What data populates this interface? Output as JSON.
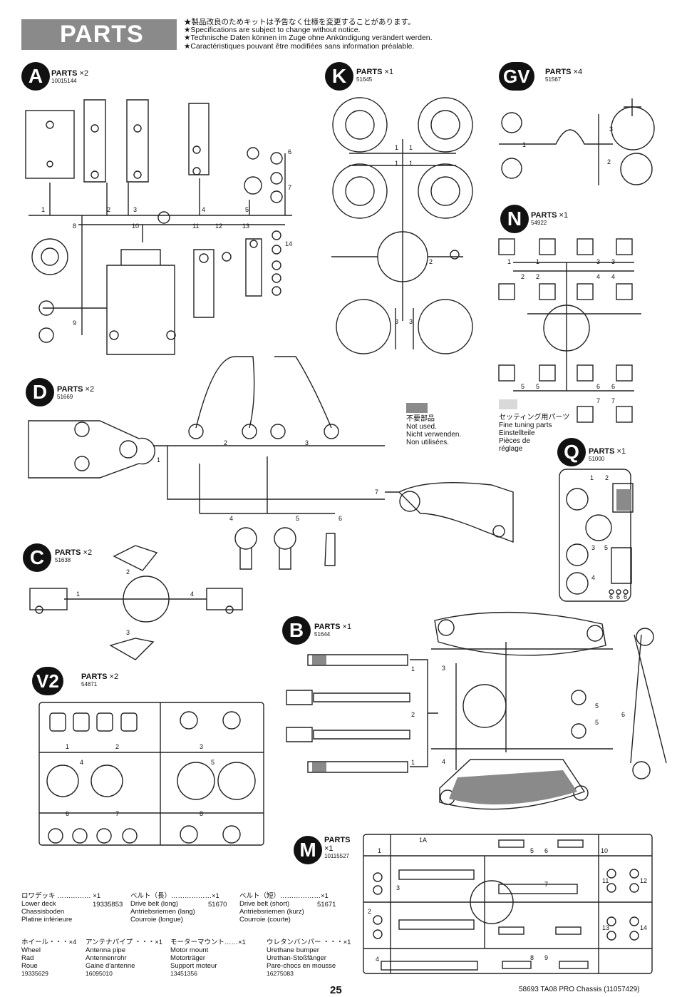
{
  "header": {
    "title": "PARTS",
    "notes": [
      "★製品改良のためキットは予告なく仕様を変更することがあります。",
      "★Specifications are subject to change without notice.",
      "★Technische Daten können im Zuge ohne Ankündigung verändert werden.",
      "★Caractéristiques pouvant être modifiées sans information préalable."
    ]
  },
  "parts": {
    "A": {
      "letter": "A",
      "title": "PARTS",
      "qty": "×2",
      "code": "10015144"
    },
    "K": {
      "letter": "K",
      "title": "PARTS",
      "qty": "×1",
      "code": "51645"
    },
    "GV": {
      "letter": "GV",
      "title": "PARTS",
      "qty": "×4",
      "code": "51567"
    },
    "N": {
      "letter": "N",
      "title": "PARTS",
      "qty": "×1",
      "code": "54922"
    },
    "D": {
      "letter": "D",
      "title": "PARTS",
      "qty": "×2",
      "code": "51669"
    },
    "Q": {
      "letter": "Q",
      "title": "PARTS",
      "qty": "×1",
      "code": "51000"
    },
    "C": {
      "letter": "C",
      "title": "PARTS",
      "qty": "×2",
      "code": "51638"
    },
    "B": {
      "letter": "B",
      "title": "PARTS",
      "qty": "×1",
      "code": "51644"
    },
    "V2": {
      "letter": "V2",
      "title": "PARTS",
      "qty": "×2",
      "code": "54871"
    },
    "M": {
      "letter": "M",
      "title": "PARTS",
      "qty": "×1",
      "code": "10115527"
    }
  },
  "legend": {
    "unused": [
      "不要部品",
      "Not used.",
      "Nicht verwenden.",
      "Non utilisées."
    ],
    "tuning": [
      "セッティング用パーツ",
      "Fine tuning parts",
      "Einstellteile",
      "Pièces de",
      "réglage"
    ]
  },
  "items_row1": [
    {
      "name": "ロワデッキ …………… ×1",
      "lines": [
        "Lower deck",
        "Chassisboden",
        "Platine inférieure"
      ],
      "code": "19335853"
    },
    {
      "name": "ベルト（長）………………×1",
      "lines": [
        "Drive belt (long)",
        "Antriebsriemen (lang)",
        "Courroie (longue)"
      ],
      "code": "51670"
    },
    {
      "name": "ベルト（短）………………×1",
      "lines": [
        "Drive belt (short)",
        "Antriebsriemen (kurz)",
        "Courroie (courte)"
      ],
      "code": "51671"
    }
  ],
  "items_row2": [
    {
      "name": "ホイール・・・×4",
      "lines": [
        "Wheel",
        "Rad",
        "Roue"
      ],
      "code": "19335629"
    },
    {
      "name": "アンテナパイプ ・・・×1",
      "lines": [
        "Antenna pipe",
        "Antennenrohr",
        "Gaine d'antenne"
      ],
      "code": "16095010"
    },
    {
      "name": "モーターマウント……×1",
      "lines": [
        "Motor mount",
        "Motorträger",
        "Support moteur"
      ],
      "code": "13451356"
    },
    {
      "name": "ウレタンバンパー ・・・×1",
      "lines": [
        "Urethane bumper",
        "Urethan-Stoßfänger",
        "Pare-chocs en mousse"
      ],
      "code": "16275083"
    }
  ],
  "footer": {
    "page": "25",
    "ref": "58693  TA08 PRO Chassis (11057429)"
  },
  "labels": {
    "A": [
      "1",
      "2",
      "3",
      "4",
      "5",
      "6",
      "7",
      "8",
      "9",
      "10",
      "11",
      "12",
      "13",
      "14"
    ],
    "K": [
      "1",
      "1",
      "1",
      "1",
      "2",
      "3",
      "3"
    ],
    "GV": [
      "1",
      "2",
      "3"
    ],
    "N": [
      "1",
      "1",
      "2",
      "2",
      "3",
      "3",
      "4",
      "4",
      "5",
      "5",
      "6",
      "6",
      "7",
      "7"
    ],
    "D": [
      "1",
      "2",
      "3",
      "4",
      "5",
      "6",
      "7"
    ],
    "Q": [
      "1",
      "2",
      "3",
      "4",
      "5",
      "6",
      "6",
      "6"
    ],
    "C": [
      "1",
      "2",
      "3",
      "4"
    ],
    "B": [
      "1",
      "1",
      "2",
      "3",
      "4",
      "5",
      "5",
      "6"
    ],
    "V2": [
      "1",
      "2",
      "3",
      "4",
      "5",
      "6",
      "7",
      "8"
    ],
    "M": [
      "1",
      "1A",
      "2",
      "3",
      "4",
      "5",
      "6",
      "7",
      "8",
      "9",
      "10",
      "11",
      "12",
      "13",
      "14"
    ]
  },
  "colors": {
    "banner": "#8a8a8a",
    "unused": "#8a8a8a",
    "tuning": "#d9d9d9"
  }
}
